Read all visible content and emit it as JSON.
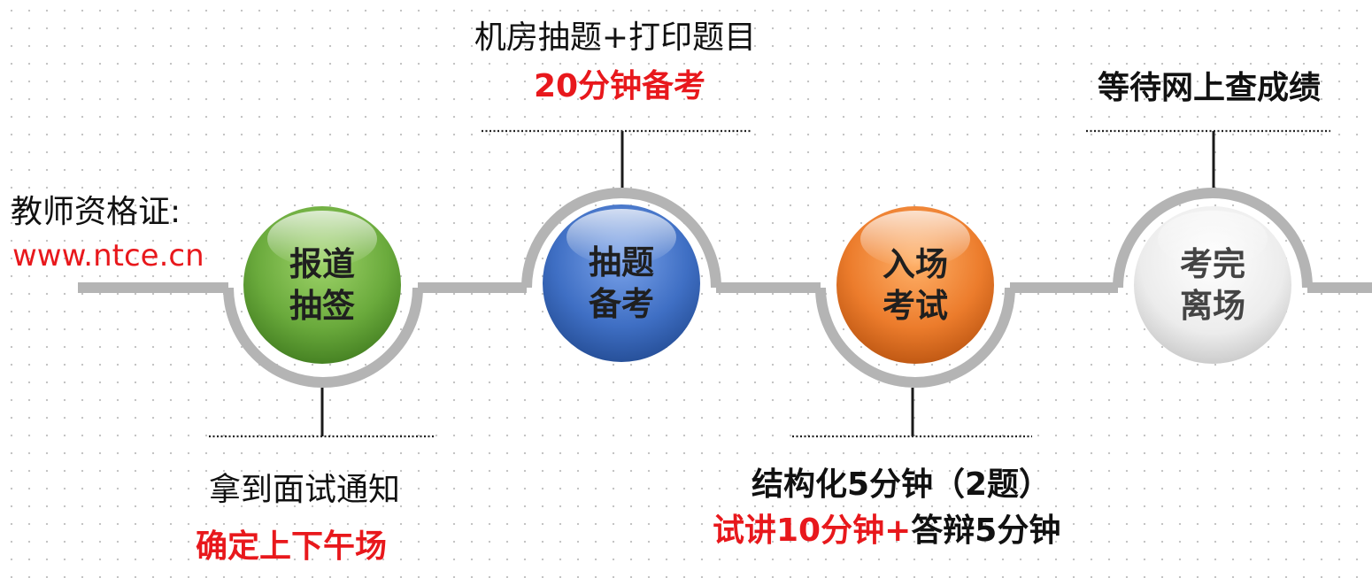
{
  "site": {
    "title": "教师资格证:",
    "url": "www.ntce.cn"
  },
  "steps": [
    {
      "line1": "报道",
      "line2": "抽签"
    },
    {
      "line1": "抽题",
      "line2": "备考"
    },
    {
      "line1": "入场",
      "line2": "考试"
    },
    {
      "line1": "考完",
      "line2": "离场"
    }
  ],
  "notes": {
    "step1": {
      "line1": "拿到面试通知",
      "line2": "确定上下午场"
    },
    "step2": {
      "line1": "机房抽题+打印题目",
      "line2": "20分钟备考"
    },
    "step3": {
      "line1": "结构化5分钟（2题）",
      "line2_red": "试讲10分钟+",
      "line2_black": "答辩5分钟"
    },
    "step4": {
      "line1": "等待网上查成绩"
    }
  },
  "colors": {
    "accent_red": "#e8181c",
    "track_gray": "#b4b4b4",
    "step1_green": "#6aaa3c",
    "step2_blue": "#3f6fc4",
    "step3_orange": "#ec7c2c",
    "step4_gray": "#e4e4e4"
  }
}
